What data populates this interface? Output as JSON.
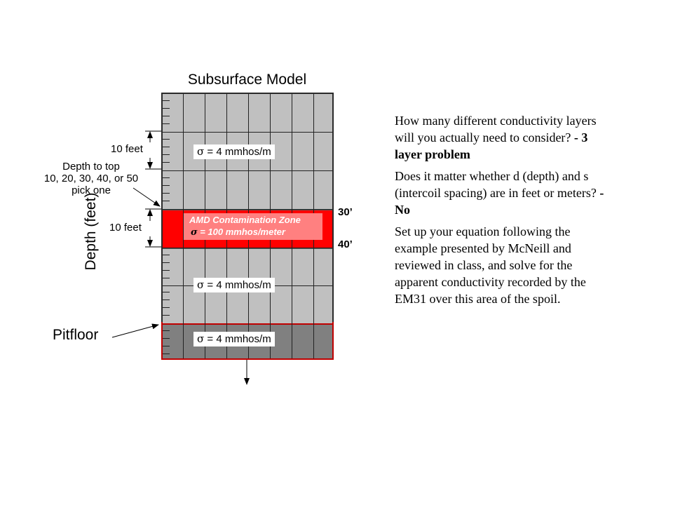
{
  "diagram": {
    "title": "Subsurface Model",
    "axis_label": "Depth (feet)",
    "depth_note": [
      "Depth to top",
      "10, 20, 30, 40, or 50",
      "pick one"
    ],
    "dimension_top": "10 feet",
    "dimension_mid": "10 feet",
    "layers": [
      {
        "sigma_symbol": "σ",
        "text": " = 4 mmhos/m"
      },
      {
        "zone": "AMD Contamination Zone",
        "sigma_symbol": "σ",
        "text": " = 100 mmhos/meter"
      },
      {
        "sigma_symbol": "σ",
        "text": " = 4 mmhos/m"
      },
      {
        "sigma_symbol": "σ",
        "text": " = 4 mmhos/m"
      }
    ],
    "depth_marks": {
      "top": "30’",
      "bottom": "40’"
    },
    "pitfloor_label": "Pitfloor",
    "colors": {
      "grid": "#c0c0c0",
      "amd_zone": "#ff0000",
      "amd_label_box": "#ff8080",
      "pitfloor": "#808080",
      "frame_red": "#c00000"
    }
  },
  "questions": {
    "q1_text": "How many different conductivity layers will you actually need to consider?  ",
    "q1_answer": "- 3 layer problem",
    "q2_text": "Does it matter whether d (depth) and s (intercoil spacing) are in feet or meters?  ",
    "q2_answer": "- No",
    "q3_text": "Set up your equation following the example presented by McNeill and reviewed in class, and solve for the apparent conductivity recorded by the EM31 over this area of the spoil."
  }
}
